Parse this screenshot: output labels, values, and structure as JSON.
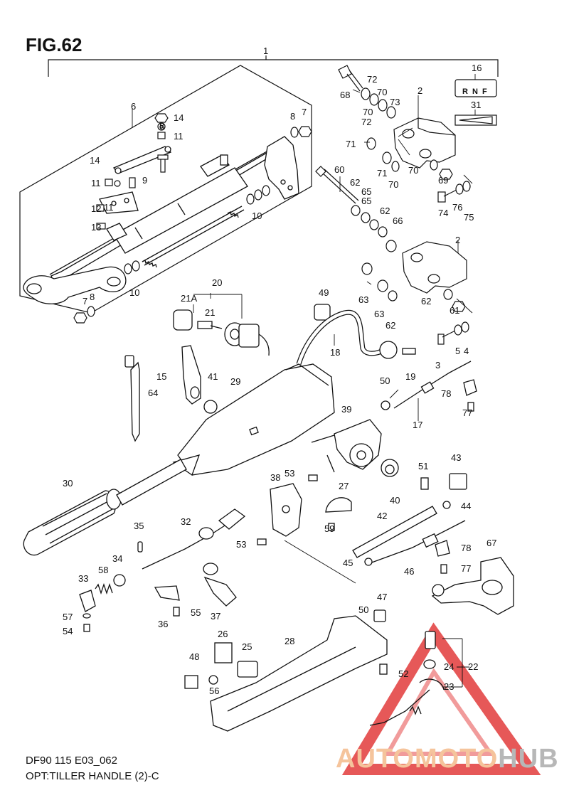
{
  "figure": {
    "title": "FIG.62",
    "model_code": "DF90 115 E03_062",
    "caption": "OPT:TILLER HANDLE (2)-C"
  },
  "watermark": {
    "part_a": "AUTOMOTO",
    "part_b": "HUB",
    "color_a": "#f5c49c",
    "color_b": "#b7b7b7",
    "triangle_color": "#e23b3b"
  },
  "shift_label": {
    "left": "R",
    "middle": "N",
    "right": "F"
  },
  "callouts": [
    "1",
    "2",
    "2",
    "3",
    "4",
    "5",
    "6",
    "7",
    "7",
    "8",
    "8",
    "8",
    "9",
    "10",
    "10",
    "11",
    "11",
    "11",
    "12",
    "13",
    "14",
    "14",
    "15",
    "16",
    "17",
    "18",
    "19",
    "20",
    "21",
    "21A",
    "22",
    "23",
    "24",
    "25",
    "26",
    "27",
    "28",
    "29",
    "30",
    "31",
    "32",
    "33",
    "34",
    "35",
    "36",
    "37",
    "38",
    "39",
    "40",
    "41",
    "42",
    "43",
    "44",
    "45",
    "46",
    "47",
    "48",
    "49",
    "50",
    "50",
    "51",
    "52",
    "53",
    "53",
    "54",
    "55",
    "56",
    "57",
    "58",
    "59",
    "60",
    "61",
    "62",
    "62",
    "62",
    "62",
    "63",
    "63",
    "64",
    "65",
    "65",
    "66",
    "67",
    "68",
    "69",
    "70",
    "70",
    "70",
    "70",
    "71",
    "71",
    "72",
    "72",
    "73",
    "74",
    "75",
    "76",
    "77",
    "77",
    "78",
    "78"
  ]
}
